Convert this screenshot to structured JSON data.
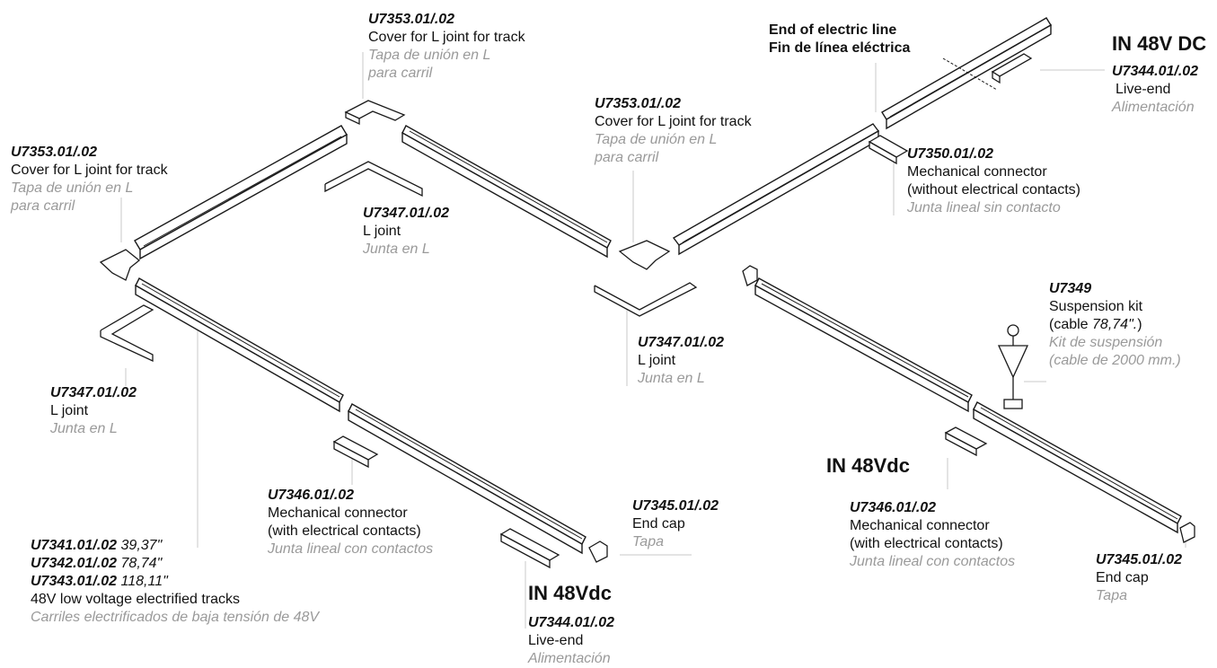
{
  "labels": {
    "cover_top": {
      "code": "U7353.01/.02",
      "en": "Cover for L joint for track",
      "es1": "Tapa de unión en L",
      "es2": "para carril"
    },
    "cover_left": {
      "code": "U7353.01/.02",
      "en": "Cover for L joint for track",
      "es1": "Tapa de unión en L",
      "es2": "para carril"
    },
    "cover_mid": {
      "code": "U7353.01/.02",
      "en": "Cover for L joint for track",
      "es1": "Tapa de unión en L",
      "es2": "para carril"
    },
    "end_line": {
      "en": "End of electric line",
      "es": "Fin de línea eléctrica"
    },
    "in_dc_top": "IN 48V DC",
    "live_end_top": {
      "code": "U7344.01/.02",
      "en": "Live-end",
      "es": "Alimentación"
    },
    "mech_no_contacts": {
      "code": "U7350.01/.02",
      "en1": "Mechanical connector",
      "en2": "(without electrical contacts)",
      "es": "Junta lineal sin contacto"
    },
    "ljoint_top": {
      "code": "U7347.01/.02",
      "en": "L joint",
      "es": "Junta en L"
    },
    "ljoint_mid": {
      "code": "U7347.01/.02",
      "en": "L joint",
      "es": "Junta en L"
    },
    "ljoint_left": {
      "code": "U7347.01/.02",
      "en": "L joint",
      "es": "Junta en L"
    },
    "suspension": {
      "code": "U7349",
      "en": "Suspension kit",
      "en2_prefix": "(cable ",
      "en2_value": "78,74\".",
      "en2_suffix": ")",
      "es1": "Kit de suspensión",
      "es2": "(cable de 2000 mm.)"
    },
    "in_vdc_right": "IN 48Vdc",
    "mech_contacts_mid": {
      "code": "U7346.01/.02",
      "en1": "Mechanical connector",
      "en2": "(with electrical contacts)",
      "es": "Junta lineal con contactos"
    },
    "mech_contacts_right": {
      "code": "U7346.01/.02",
      "en1": "Mechanical connector",
      "en2": "(with electrical contacts)",
      "es": "Junta lineal con contactos"
    },
    "endcap_mid": {
      "code": "U7345.01/.02",
      "en": "End cap",
      "es": "Tapa"
    },
    "endcap_right": {
      "code": "U7345.01/.02",
      "en": "End cap",
      "es": "Tapa"
    },
    "tracks": {
      "rows": [
        {
          "code": "U7341.01/.02",
          "len": "39,37\""
        },
        {
          "code": "U7342.01/.02",
          "len": "78,74\""
        },
        {
          "code": "U7343.01/.02",
          "len": "118,11\""
        }
      ],
      "en": "48V low voltage electrified tracks",
      "es": "Carriles electrificados de baja tensión de 48V"
    },
    "in_vdc_bottom": "IN 48Vdc",
    "live_end_bottom": {
      "code": "U7344.01/.02",
      "en": "Live-end",
      "es": "Alimentación"
    }
  }
}
